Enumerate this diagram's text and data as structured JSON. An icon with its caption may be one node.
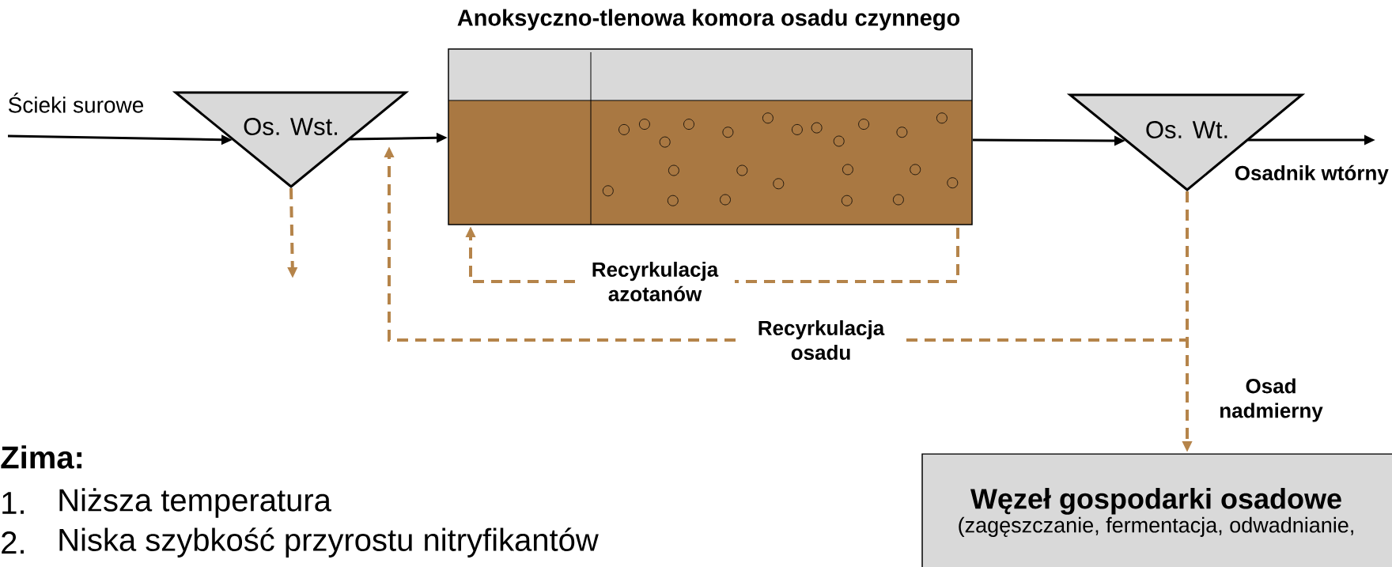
{
  "diagram": {
    "nodes": [
      {
        "text": [
          "Os. Wst."
        ]
      },
      {
        "text": [
          "Anoksyczno-tlenowa komora osadu czynnego"
        ]
      },
      {
        "text": [
          "Os. Wt."
        ],
        "beside": [
          "Osadnik wtórny"
        ]
      },
      {
        "text": [
          "Węzeł gospodarki osadowe",
          "(zagęszczanie, fermentacja, odwadnianie,"
        ]
      }
    ],
    "edges": [
      {
        "from": null,
        "to": 0,
        "arrow": "to",
        "label": "Ścieki surowe"
      },
      {
        "from": 0,
        "to": 1,
        "arrow": "to"
      },
      {
        "from": 1,
        "to": 2,
        "arrow": "to"
      },
      {
        "from": 2,
        "to": null,
        "arrow": "to"
      },
      {
        "from": 0,
        "to": null,
        "arrow": "to",
        "style": "dashed",
        "color": "#b5844a"
      },
      {
        "from": 1,
        "to": 1,
        "arrow": "to",
        "label": "Recyrkulacja azotanów",
        "style": "dashed",
        "color": "#b5844a"
      },
      {
        "from": 2,
        "to": null,
        "arrow": "to",
        "label": "Recyrkulacja osadu",
        "style": "dashed",
        "color": "#b5844a"
      },
      {
        "from": 2,
        "to": 3,
        "arrow": "to",
        "label": "Osad nadmierny",
        "style": "dashed",
        "color": "#b5844a"
      }
    ],
    "labels": [
      "Zima:",
      "1.",
      "Niższa temperatura",
      "2.",
      "Niska szybkość przyrostu nitryfikantów"
    ]
  }
}
